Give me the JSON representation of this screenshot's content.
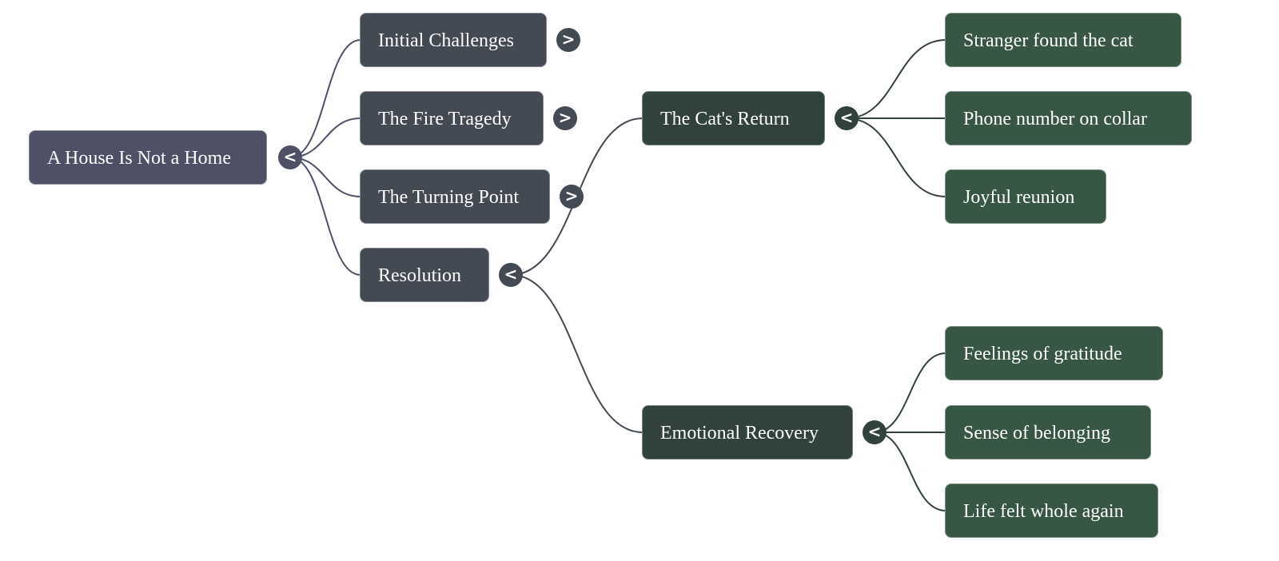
{
  "mindmap": {
    "root": {
      "label": "A House Is Not a Home",
      "toggle": "<",
      "expanded": true
    },
    "branches": [
      {
        "label": "Initial Challenges",
        "toggle": ">",
        "expanded": false
      },
      {
        "label": "The Fire Tragedy",
        "toggle": ">",
        "expanded": false
      },
      {
        "label": "The Turning Point",
        "toggle": ">",
        "expanded": false
      },
      {
        "label": "Resolution",
        "toggle": "<",
        "expanded": true,
        "children": [
          {
            "label": "The Cat's Return",
            "toggle": "<",
            "expanded": true,
            "children": [
              {
                "label": "Stranger found the cat"
              },
              {
                "label": "Phone number on collar"
              },
              {
                "label": "Joyful reunion"
              }
            ]
          },
          {
            "label": "Emotional Recovery",
            "toggle": "<",
            "expanded": true,
            "children": [
              {
                "label": "Feelings of gratitude"
              },
              {
                "label": "Sense of belonging"
              },
              {
                "label": "Life felt whole again"
              }
            ]
          }
        ]
      }
    ]
  },
  "colors": {
    "root": "#4e5066",
    "level1": "#434a54",
    "level2": "#31413d",
    "level3": "#375643",
    "link_root": "#4e5066",
    "link_level1": "#434a54",
    "link_level2": "#31413d"
  }
}
